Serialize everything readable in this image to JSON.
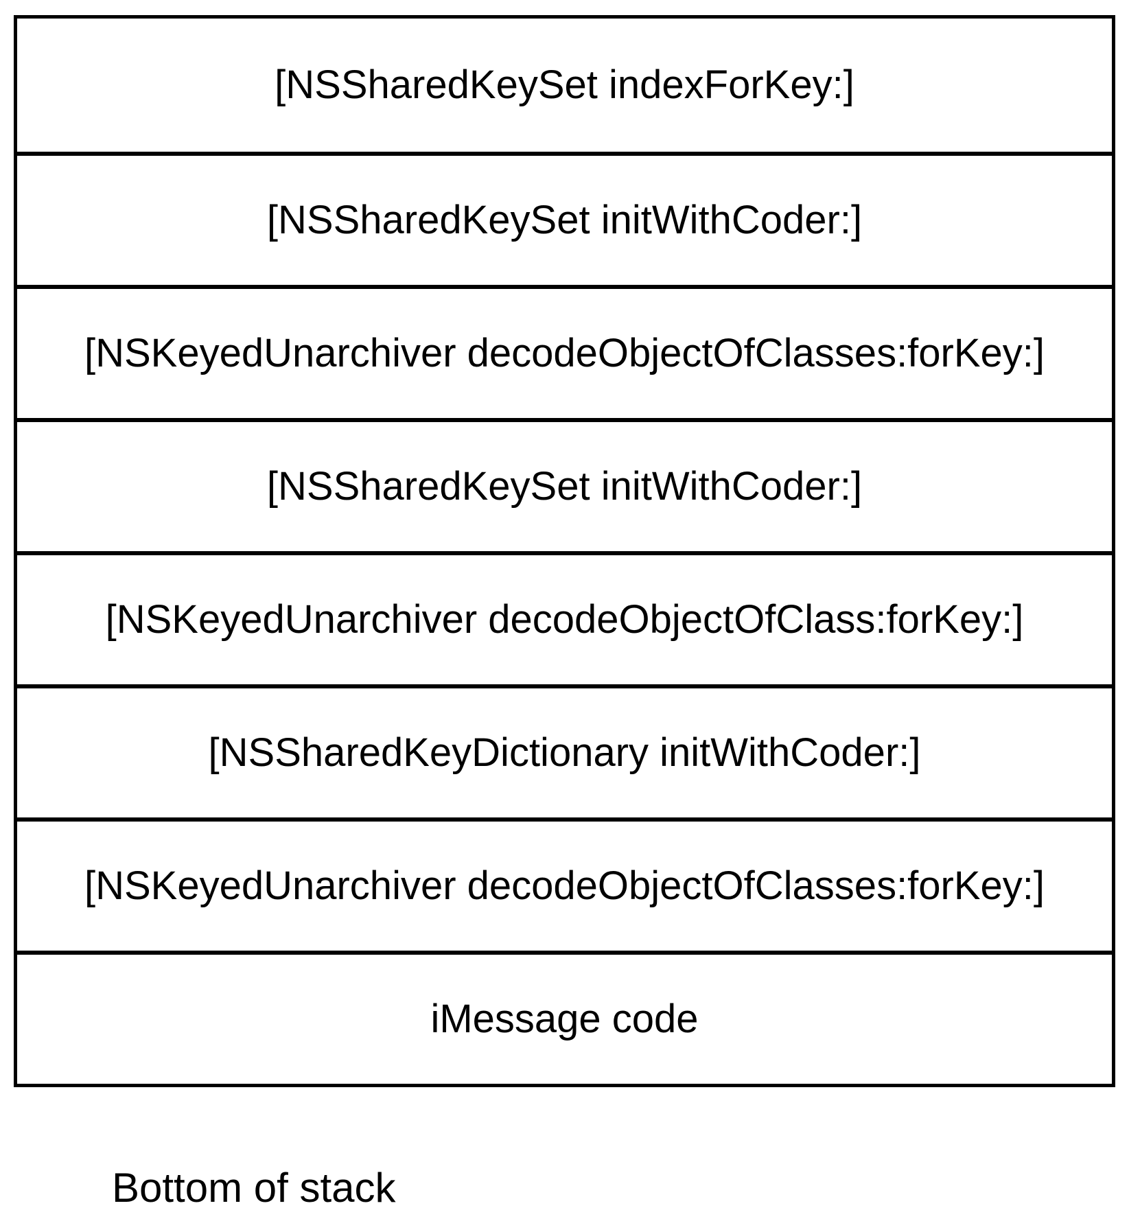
{
  "diagram": {
    "type": "call-stack",
    "frames": [
      "[NSSharedKeySet indexForKey:]",
      "[NSSharedKeySet initWithCoder:]",
      "[NSKeyedUnarchiver decodeObjectOfClasses:forKey:]",
      "[NSSharedKeySet initWithCoder:]",
      "[NSKeyedUnarchiver decodeObjectOfClass:forKey:]",
      "[NSSharedKeyDictionary initWithCoder:]",
      "[NSKeyedUnarchiver decodeObjectOfClasses:forKey:]",
      "iMessage code"
    ],
    "caption": "Bottom of stack"
  },
  "colors": {
    "border": "#000000",
    "background": "#ffffff",
    "text": "#000000"
  }
}
